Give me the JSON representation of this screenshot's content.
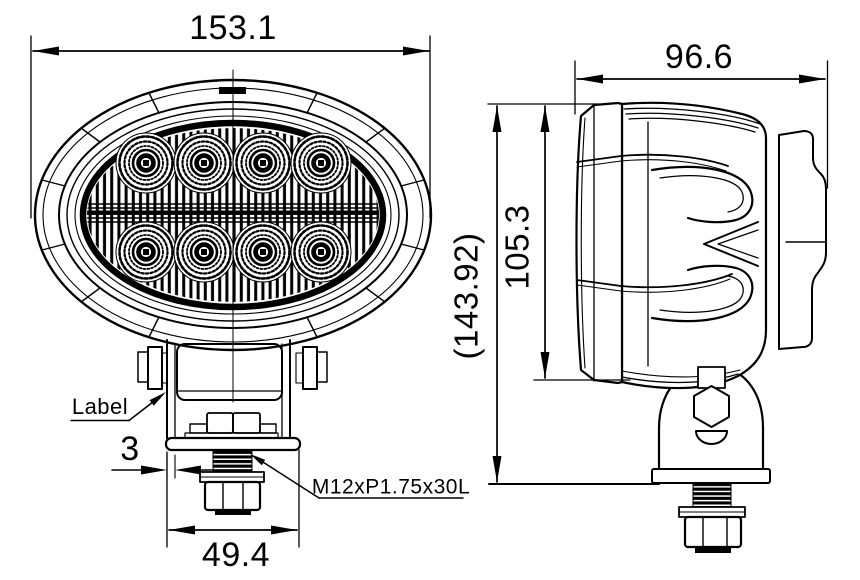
{
  "drawing": {
    "background": "#ffffff",
    "line_color": "#000000"
  },
  "dimensions": {
    "front_width": "153.1",
    "side_depth": "96.6",
    "overall_height": "(143.92)",
    "body_height": "105.3",
    "bracket_width": "49.4",
    "bracket_thickness": "3"
  },
  "annotations": {
    "label_callout": "Label",
    "stud_spec": "M12xP1.75x30L"
  },
  "views": {
    "front_led_count": 8,
    "front_led_rows": 2,
    "front_led_columns": 4
  }
}
